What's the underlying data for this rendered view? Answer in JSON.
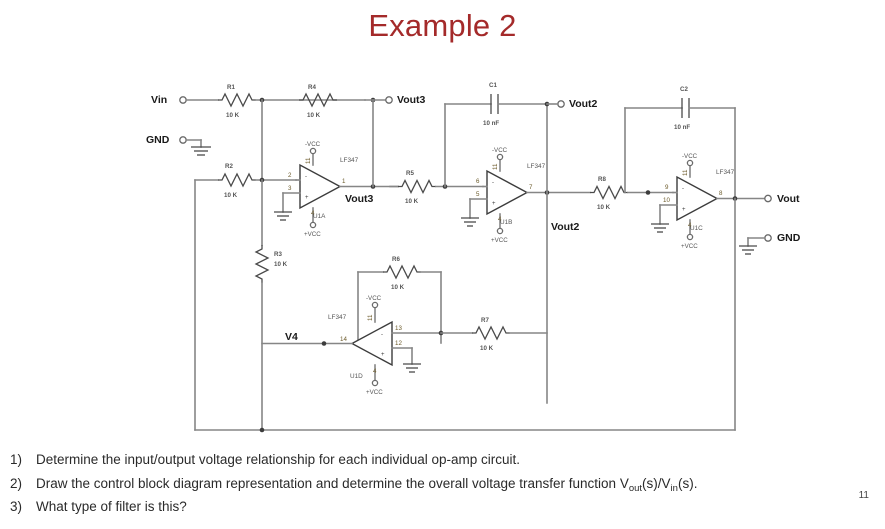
{
  "slide": {
    "title": "Example 2",
    "page_number": "11",
    "title_color": "#a42a2a"
  },
  "questions": [
    {
      "number": "1)",
      "text": "Determine the input/output voltage relationship for each individual op-amp circuit."
    },
    {
      "number": "2)",
      "text_before": "Draw the control block diagram representation and determine the overall voltage transfer function V",
      "sub1": "out",
      "text_mid": "(s)/V",
      "sub2": "in",
      "text_after": "(s)."
    },
    {
      "number": "3)",
      "text": "What type of filter is this?"
    }
  ],
  "schematic": {
    "terminals": [
      {
        "name": "vin",
        "label": "Vin"
      },
      {
        "name": "gnd-left",
        "label": "GND"
      },
      {
        "name": "vout3-top",
        "label": "Vout3"
      },
      {
        "name": "vout2-top",
        "label": "Vout2"
      },
      {
        "name": "vout-right",
        "label": "Vout"
      },
      {
        "name": "gnd-right",
        "label": "GND"
      }
    ],
    "net_labels": [
      {
        "name": "vout3-node",
        "label": "Vout3"
      },
      {
        "name": "vout2-node",
        "label": "Vout2"
      },
      {
        "name": "v4-node",
        "label": "V4"
      }
    ],
    "resistors": [
      {
        "name": "r1",
        "ref": "R1",
        "value": "10 K"
      },
      {
        "name": "r2",
        "ref": "R2",
        "value": "10 K"
      },
      {
        "name": "r3",
        "ref": "R3",
        "value": "10 K"
      },
      {
        "name": "r4",
        "ref": "R4",
        "value": "10 K"
      },
      {
        "name": "r5",
        "ref": "R5",
        "value": "10 K"
      },
      {
        "name": "r6",
        "ref": "R6",
        "value": "10 K"
      },
      {
        "name": "r7",
        "ref": "R7",
        "value": "10 K"
      },
      {
        "name": "r8",
        "ref": "R8",
        "value": "10 K"
      }
    ],
    "capacitors": [
      {
        "name": "c1",
        "ref": "C1",
        "value": "10 nF"
      },
      {
        "name": "c2",
        "ref": "C2",
        "value": "10 nF"
      }
    ],
    "opamps": [
      {
        "name": "u1a",
        "designator": "U1A",
        "part": "LF347",
        "pin_in_minus": "2",
        "pin_in_plus": "3",
        "pin_out": "1",
        "pin_vneg": "11",
        "pin_vpos": "4",
        "rail_neg": "-VCC",
        "rail_pos": "+VCC"
      },
      {
        "name": "u1b",
        "designator": "U1B",
        "part": "LF347",
        "pin_in_minus": "6",
        "pin_in_plus": "5",
        "pin_out": "7",
        "pin_vneg": "11",
        "pin_vpos": "4",
        "rail_neg": "-VCC",
        "rail_pos": "+VCC"
      },
      {
        "name": "u1c",
        "designator": "U1C",
        "part": "LF347",
        "pin_in_minus": "9",
        "pin_in_plus": "10",
        "pin_out": "8",
        "pin_vneg": "11",
        "pin_vpos": "4",
        "rail_neg": "-VCC",
        "rail_pos": "+VCC"
      },
      {
        "name": "u1d",
        "designator": "U1D",
        "part": "LF347",
        "pin_in_minus": "13",
        "pin_in_plus": "12",
        "pin_out": "14",
        "pin_vneg": "11",
        "pin_vpos": "4",
        "rail_neg": "-VCC",
        "rail_pos": "+VCC"
      }
    ],
    "opamp_signs": {
      "minus": "-",
      "plus": "+"
    }
  }
}
